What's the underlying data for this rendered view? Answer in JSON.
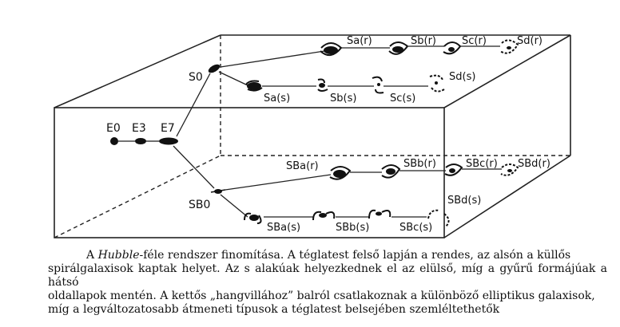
{
  "diagram": {
    "top_face": {
      "normal_spirals": [
        "Sa(r)",
        "Sb(r)",
        "Sc(r)",
        "Sd(r)"
      ],
      "s_spirals": [
        "Sa(s)",
        "Sb(s)",
        "Sc(s)",
        "Sd(s)"
      ],
      "lenticular": "S0"
    },
    "left_face": {
      "ellipticals": [
        "E0",
        "E3",
        "E7"
      ]
    },
    "bottom_face": {
      "barred_ring": [
        "SBa(r)",
        "SBb(r)",
        "SBc(r)",
        "SBd(r)"
      ],
      "barred_s": [
        "SBa(s)",
        "SBb(s)",
        "SBc(s)",
        "SBd(s)"
      ],
      "lenticular_barred": "SB0"
    }
  },
  "caption": {
    "line1_pre": "A ",
    "line1_italic": "Hubble",
    "line1_post": "-féle rendszer finomítása. A téglatest felső lapján a rendes, az alsón a küllős",
    "line2": "spirálgalaxisok kaptak helyet. Az s alakúak helyezkednek el az elülső, míg a gyűrű formájúak a hátsó",
    "line3": "oldallapok mentén. A kettős „hangvillához” balról csatlakoznak a különböző elliptikus galaxisok,",
    "line4": "míg a legváltozatosabb átmeneti típusok a téglatest belsejében szemléltethetők"
  }
}
